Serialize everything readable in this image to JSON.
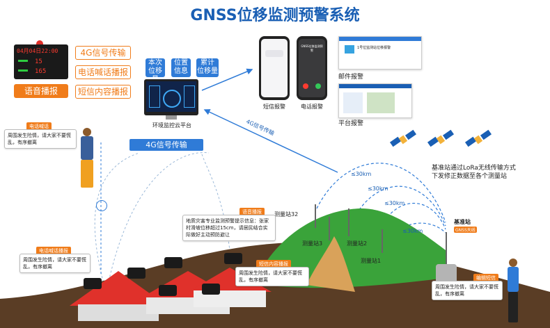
{
  "title": "GNSS位移监测预警系统",
  "led_display": {
    "time": "04月04日22:00",
    "row2": "15",
    "row3": "165"
  },
  "top_left_tags": {
    "tag_4g": "4G信号传输",
    "tag_voice_call": "电话喊话播报",
    "tag_voice": "语音播报",
    "tag_sms": "短信内容播报"
  },
  "platform": {
    "info_tags": [
      "本次\n位移量",
      "位置\n信息",
      "累计\n位移量"
    ],
    "caption": "环境监控云平台"
  },
  "phones": {
    "sms_caption": "短信报警",
    "call_caption": "电话报警",
    "call_screen_text": "GNSS位移监测预警"
  },
  "right_panels": {
    "mail_caption": "邮件报警",
    "mail_heading": "1号位监测站位移报警",
    "platform_caption": "平台报警"
  },
  "arrow_4g_label": "4G信号传输",
  "transmission_bar": "4G信号传输",
  "satellite_note": "基准站通过LoRa无线传输方式\n下发修正数据至各个测量站",
  "distances": [
    "≤30km",
    "≤30km",
    "≤30km",
    "≤30km"
  ],
  "stations": {
    "s32": "测量站32",
    "s3": "测量站3",
    "s2": "测量站2",
    "s1": "测量站1",
    "base": "基准站",
    "base_tag": "GNSS天线"
  },
  "bubbles": {
    "top_left_head": "电话喊话",
    "top_left_text": "周围发生险情，请大家不要慌乱，有序撤离",
    "mid_left_head": "电话喊话播报",
    "mid_left_text": "周围发生险情，请大家不要慌乱，有序撤离",
    "voice_head": "语音播报",
    "voice_text": "地质灾害专业监测预警提示信息：张家村滑坡位移超过15cm，请居民结合实际做好主动预防避让",
    "sms_head": "短信内容播报",
    "sms_text": "周围发生险情，请大家不要慌乱，有序撤离",
    "right_head": "编辑短信",
    "right_text": "周围发生险情，请大家不要慌乱，有序撤离"
  },
  "colors": {
    "brand_blue": "#1a5fb4",
    "orange": "#f07c1a",
    "grass": "#3aa33a"
  }
}
